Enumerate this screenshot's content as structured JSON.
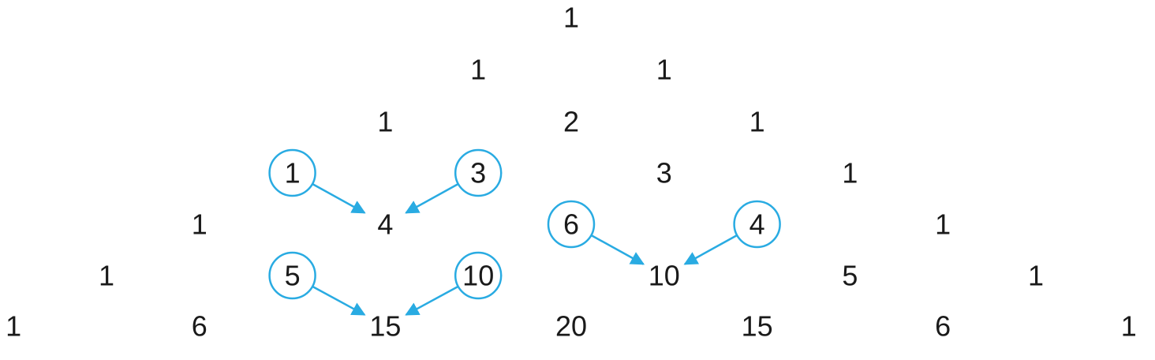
{
  "triangle": {
    "rows": [
      [
        "1"
      ],
      [
        "1",
        "1"
      ],
      [
        "1",
        "2",
        "1"
      ],
      [
        "1",
        "3",
        "3",
        "1"
      ],
      [
        "1",
        "4",
        "6",
        "4",
        "1"
      ],
      [
        "1",
        "5",
        "10",
        "10",
        "5",
        "1"
      ],
      [
        "1",
        "6",
        "15",
        "20",
        "15",
        "6",
        "1"
      ]
    ],
    "highlighted": [
      {
        "row": 3,
        "index": 0
      },
      {
        "row": 3,
        "index": 1
      },
      {
        "row": 4,
        "index": 2
      },
      {
        "row": 4,
        "index": 3
      },
      {
        "row": 5,
        "index": 1
      },
      {
        "row": 5,
        "index": 2
      }
    ],
    "arrows": [
      {
        "from": {
          "row": 3,
          "index": 0
        },
        "to": {
          "row": 4,
          "index": 1
        }
      },
      {
        "from": {
          "row": 3,
          "index": 1
        },
        "to": {
          "row": 4,
          "index": 1
        }
      },
      {
        "from": {
          "row": 4,
          "index": 2
        },
        "to": {
          "row": 5,
          "index": 3
        }
      },
      {
        "from": {
          "row": 4,
          "index": 3
        },
        "to": {
          "row": 5,
          "index": 3
        }
      },
      {
        "from": {
          "row": 5,
          "index": 1
        },
        "to": {
          "row": 6,
          "index": 2
        }
      },
      {
        "from": {
          "row": 5,
          "index": 2
        },
        "to": {
          "row": 6,
          "index": 2
        }
      }
    ],
    "accent_color": "#29abe2",
    "text_color": "#1a1a1a"
  }
}
